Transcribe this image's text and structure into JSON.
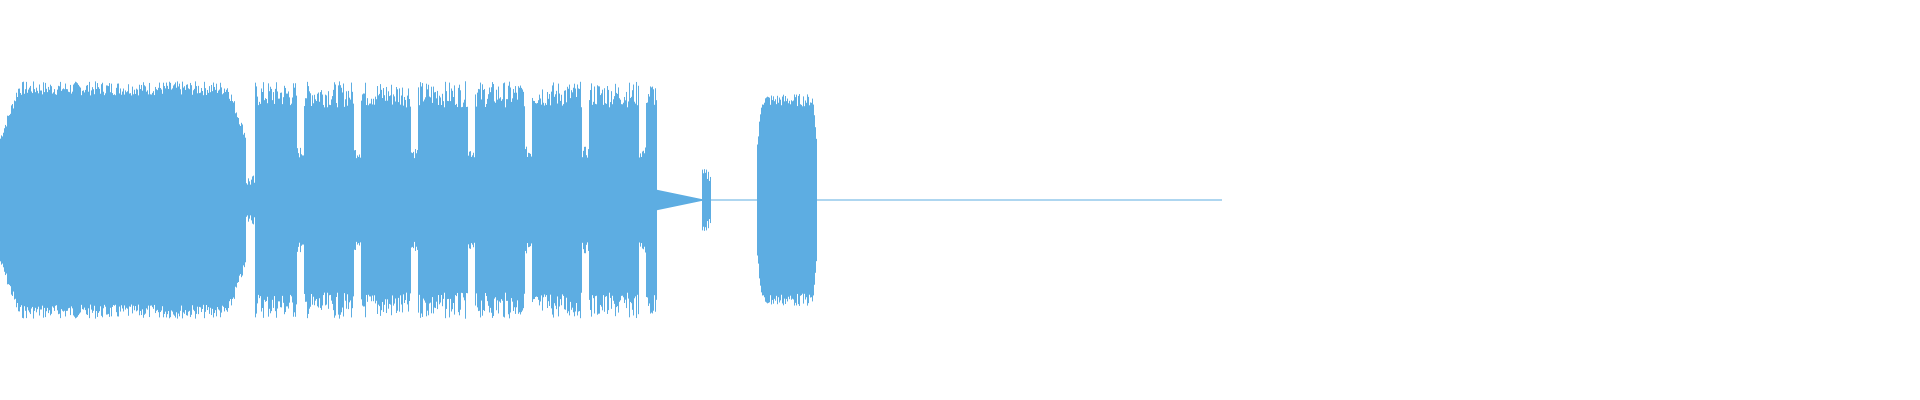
{
  "waveform": {
    "color": "#5dade2",
    "background": "#ffffff",
    "duration_fraction_shown": 0.67,
    "segments": [
      {
        "start": 0.0,
        "end": 0.135,
        "amplitude": 0.95,
        "kind": "dense"
      },
      {
        "start": 0.135,
        "end": 0.14,
        "amplitude": 0.2,
        "kind": "gap"
      },
      {
        "start": 0.14,
        "end": 0.36,
        "amplitude": 0.95,
        "kind": "bursty"
      },
      {
        "start": 0.36,
        "end": 0.385,
        "amplitude": 0.03,
        "kind": "tail"
      },
      {
        "start": 0.385,
        "end": 0.39,
        "amplitude": 0.25,
        "kind": "spike"
      },
      {
        "start": 0.39,
        "end": 0.415,
        "amplitude": 0.01,
        "kind": "flat"
      },
      {
        "start": 0.415,
        "end": 0.448,
        "amplitude": 0.85,
        "kind": "dense"
      },
      {
        "start": 0.448,
        "end": 0.67,
        "amplitude": 0.0,
        "kind": "flat"
      }
    ]
  }
}
